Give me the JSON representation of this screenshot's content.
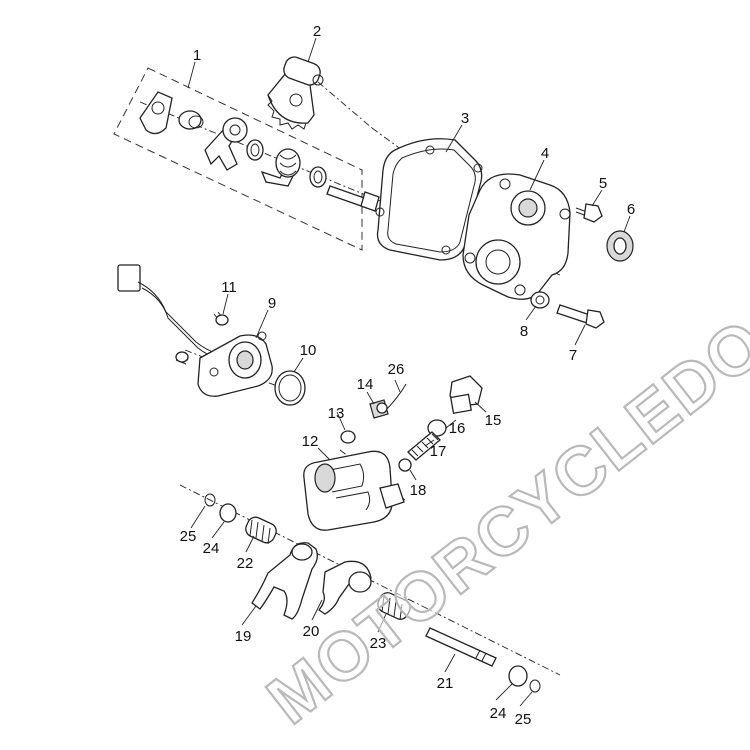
{
  "callouts": {
    "c1": "1",
    "c2": "2",
    "c3": "3",
    "c4": "4",
    "c5": "5",
    "c6": "6",
    "c7": "7",
    "c8": "8",
    "c9": "9",
    "c10": "10",
    "c11": "11",
    "c12": "12",
    "c13": "13",
    "c14": "14",
    "c15": "15",
    "c16": "16",
    "c17": "17",
    "c18": "18",
    "c19": "19",
    "c20": "20",
    "c21": "21",
    "c22": "22",
    "c23": "23",
    "c24a": "24",
    "c24b": "24",
    "c25a": "25",
    "c25b": "25",
    "c26": "26"
  },
  "watermark": {
    "text": "MOTORCYCLEDOCTOR"
  }
}
